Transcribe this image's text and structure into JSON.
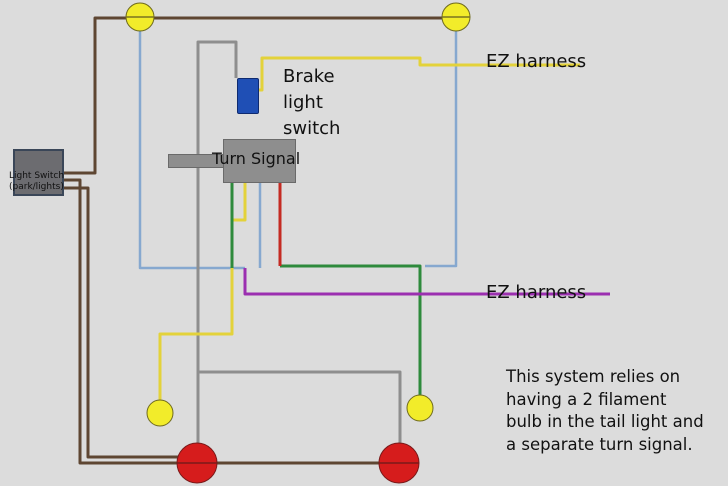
{
  "labels": {
    "brake_switch": "Brake light switch",
    "turn_signal": "Turn Signal",
    "light_switch": "Light Switch (park/lights)",
    "ez_harness_top": "EZ harness",
    "ez_harness_bottom": "EZ harness"
  },
  "note": "This system relies on having a 2 filament bulb in the tail light and a separate turn signal.",
  "colors": {
    "background": "#dcdcdc",
    "brown_wire": "#5e4632",
    "blue_wire": "#86a8cf",
    "gray_wire": "#8e8e8e",
    "yellow_wire": "#e3d23a",
    "green_wire": "#2e8a3c",
    "red_wire": "#c42a22",
    "purple_wire": "#9b2fb0",
    "marker_light": "#f2ec2a",
    "tail_light": "#d61c1c"
  }
}
